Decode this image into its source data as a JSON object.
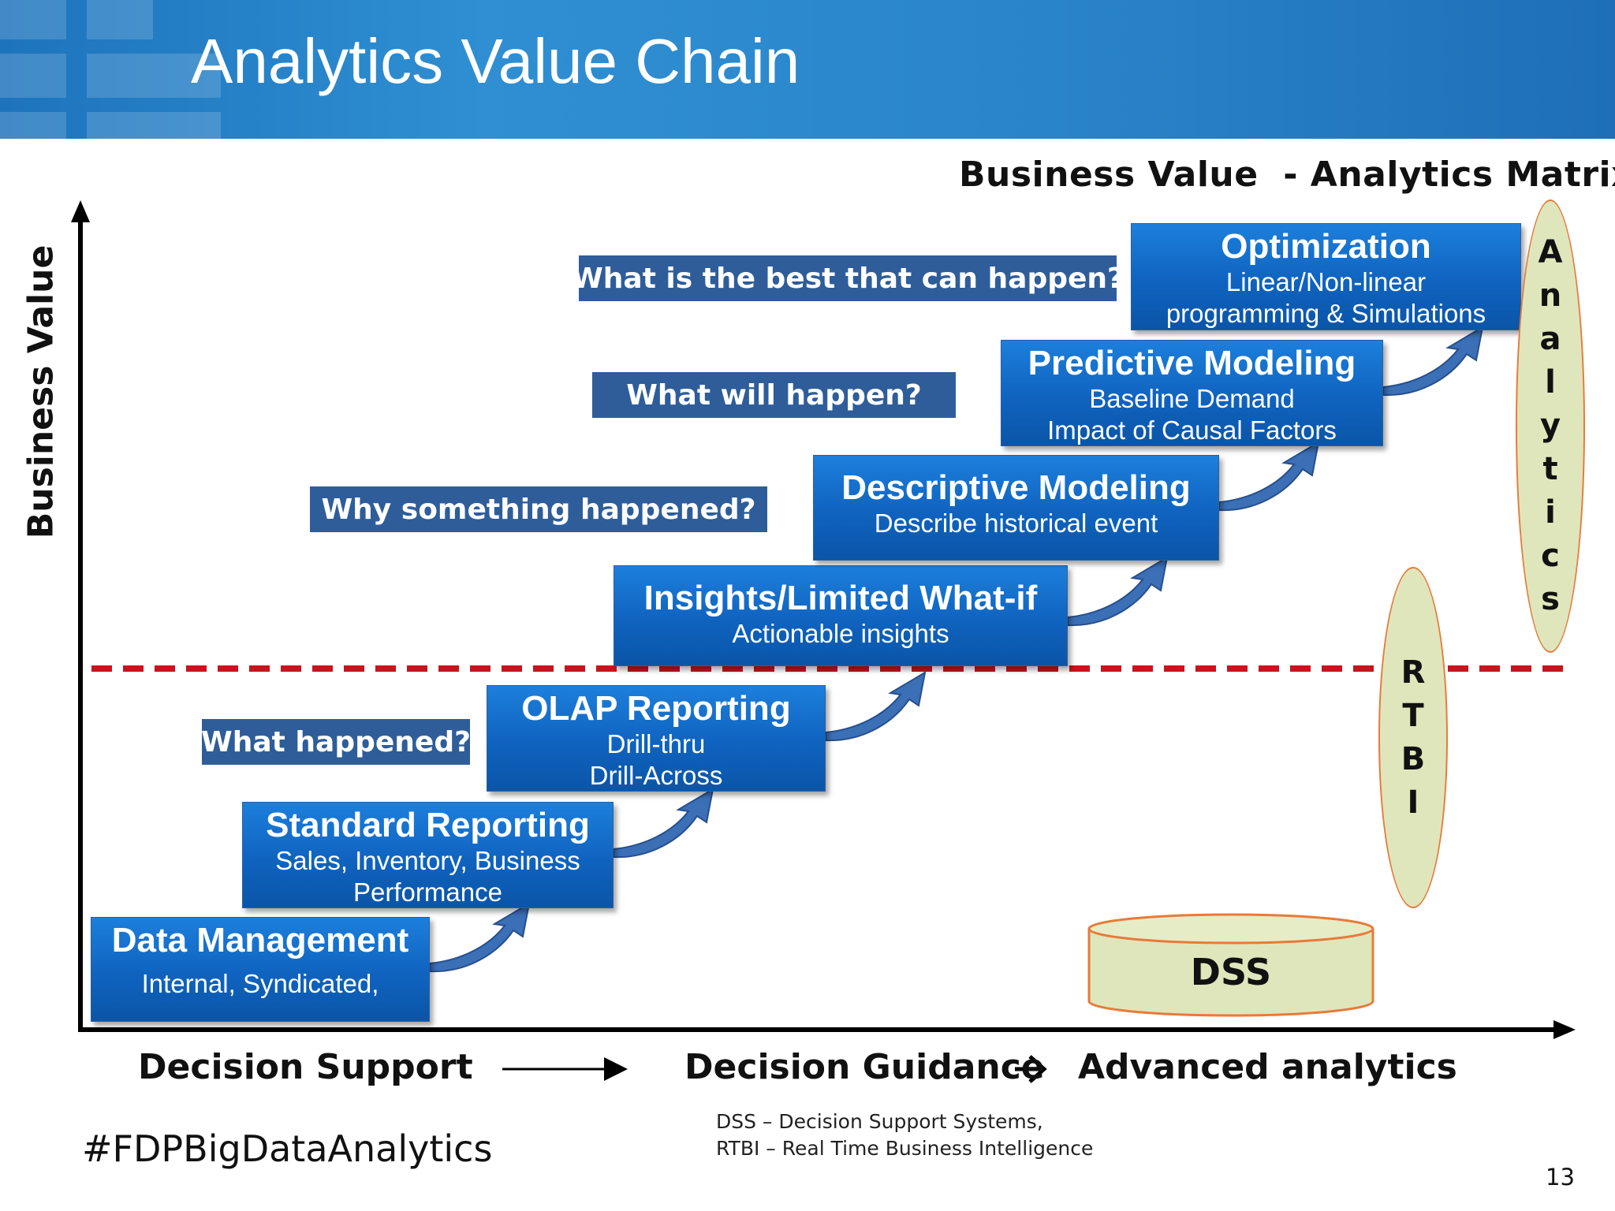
{
  "slide": {
    "title": "Analytics Value Chain",
    "matrix_title": "Business Value  - Analytics Matrix",
    "y_axis_label": "Business Value",
    "page_number": "13",
    "hashtag": "#FDPBigDataAnalytics"
  },
  "stages": [
    {
      "title": "Data Management",
      "lines": [
        "Internal, Syndicated,"
      ]
    },
    {
      "title": "Standard Reporting",
      "lines": [
        "Sales, Inventory, Business",
        "Performance"
      ]
    },
    {
      "title": "OLAP Reporting",
      "lines": [
        "Drill-thru",
        "Drill-Across"
      ]
    },
    {
      "title": "Insights/Limited What-if",
      "lines": [
        "Actionable insights"
      ]
    },
    {
      "title": "Descriptive Modeling",
      "lines": [
        "Describe historical event"
      ]
    },
    {
      "title": "Predictive Modeling",
      "lines": [
        "Baseline Demand",
        "Impact of Causal Factors"
      ]
    },
    {
      "title": "Optimization",
      "lines": [
        "Linear/Non-linear",
        "programming & Simulations"
      ]
    }
  ],
  "questions": [
    "What happened?",
    "Why something happened?",
    "What will happen?",
    "What is the best that can happen?"
  ],
  "ovals": {
    "analytics": [
      "A",
      "n",
      "a",
      "l",
      "y",
      "t",
      "i",
      "c",
      "s"
    ],
    "rtbi": [
      "R",
      "T",
      "B",
      "I"
    ]
  },
  "dss_label": "DSS",
  "x_axis": {
    "decision_support": "Decision Support",
    "decision_guidance": "Decision Guidance",
    "advanced_analytics": "Advanced analytics"
  },
  "footnotes": [
    "DSS – Decision Support Systems,",
    "RTBI – Real Time Business Intelligence"
  ],
  "colors": {
    "header_blue": "#1d74bd",
    "stage_blue": "#0f63bf",
    "question_blue": "#2e5d9a",
    "oval_fill": "#dfe6bb",
    "oval_stroke": "#e87a3a",
    "threshold_red": "#c8141e"
  }
}
